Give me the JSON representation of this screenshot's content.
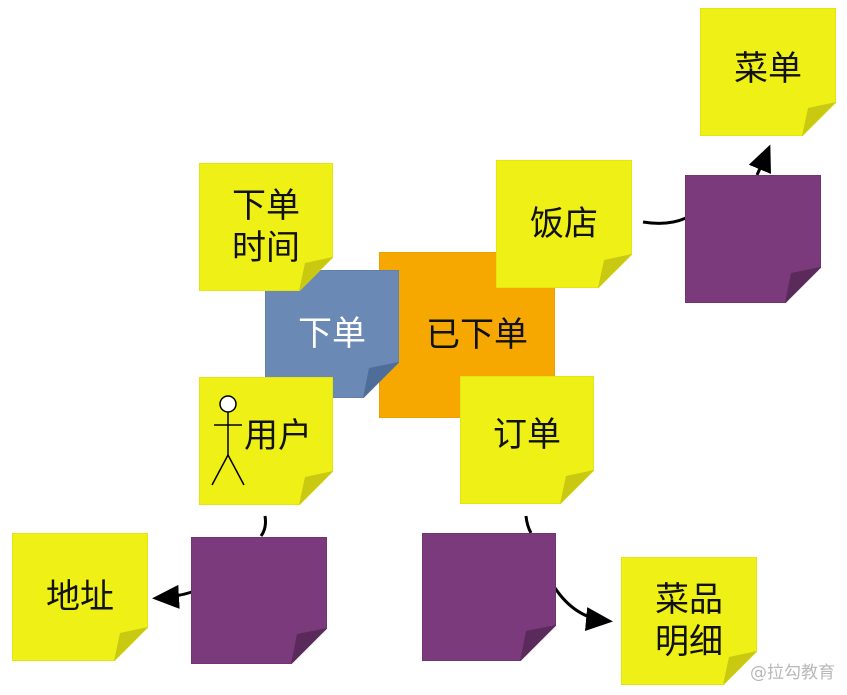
{
  "notes": {
    "menu": "菜单",
    "restaurant": "饭店",
    "order_time": "下单\n时间",
    "place_order": "下单",
    "ordered": "已下单",
    "user": "用户",
    "order": "订单",
    "address": "地址",
    "dish_detail": "菜品\n明细"
  },
  "watermark": "@拉勾教育",
  "colors": {
    "yellow": "#EEF016",
    "yellow_fold": "#C9C912",
    "purple": "#7B3A7B",
    "purple_fold": "#5A2A5A",
    "orange": "#F6A800",
    "orange_fold": "#D88F00",
    "blue": "#6A89B4",
    "blue_fold": "#4E6E99"
  }
}
